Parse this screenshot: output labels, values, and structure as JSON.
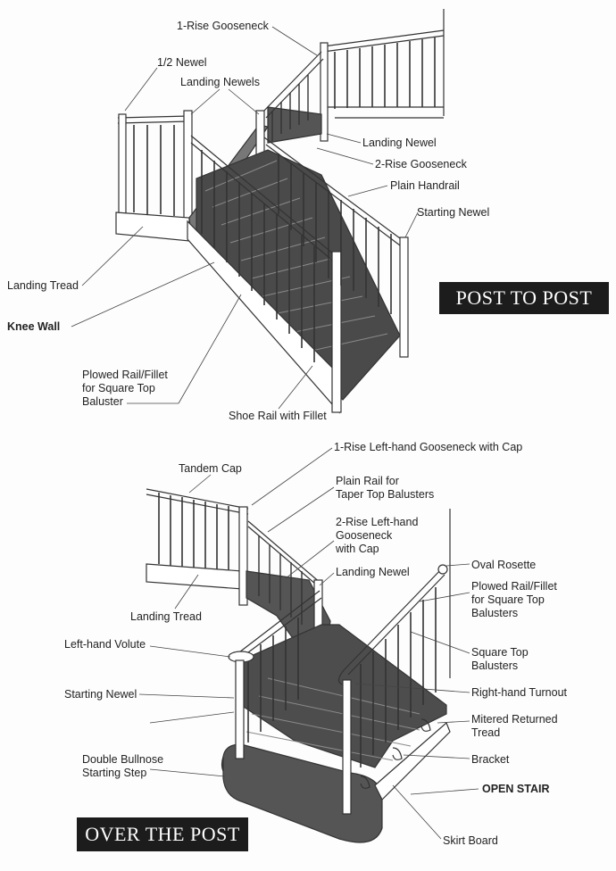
{
  "diagrams": [
    {
      "banner": "POST TO POST",
      "labels": {
        "one_rise_gooseneck": "1-Rise Gooseneck",
        "half_newel": "1/2 Newel",
        "landing_newels": "Landing Newels",
        "landing_newel": "Landing Newel",
        "two_rise_gooseneck": "2-Rise Gooseneck",
        "plain_handrail": "Plain Handrail",
        "starting_newel": "Starting Newel",
        "landing_tread": "Landing Tread",
        "knee_wall": "Knee Wall",
        "plowed_rail": "Plowed Rail/Fillet\nfor Square Top\nBaluster",
        "shoe_rail": "Shoe Rail with Fillet"
      }
    },
    {
      "banner": "OVER THE POST",
      "labels": {
        "one_rise_lh_gooseneck": "1-Rise Left-hand Gooseneck with Cap",
        "tandem_cap": "Tandem Cap",
        "plain_rail": "Plain Rail for\nTaper Top Balusters",
        "two_rise_lh_gooseneck": "2-Rise Left-hand\nGooseneck\nwith Cap",
        "landing_newel": "Landing Newel",
        "oval_rosette": "Oval Rosette",
        "plowed_rail": "Plowed Rail/Fillet\nfor Square Top\nBalusters",
        "landing_tread": "Landing Tread",
        "lh_volute": "Left-hand Volute",
        "square_top": "Square Top\nBalusters",
        "starting_newel": "Starting Newel",
        "rh_turnout": "Right-hand Turnout",
        "mitered_tread": "Mitered Returned\nTread",
        "bracket": "Bracket",
        "double_bullnose": "Double Bullnose\nStarting Step",
        "open_stair": "OPEN STAIR",
        "skirt_board": "Skirt Board"
      }
    }
  ]
}
